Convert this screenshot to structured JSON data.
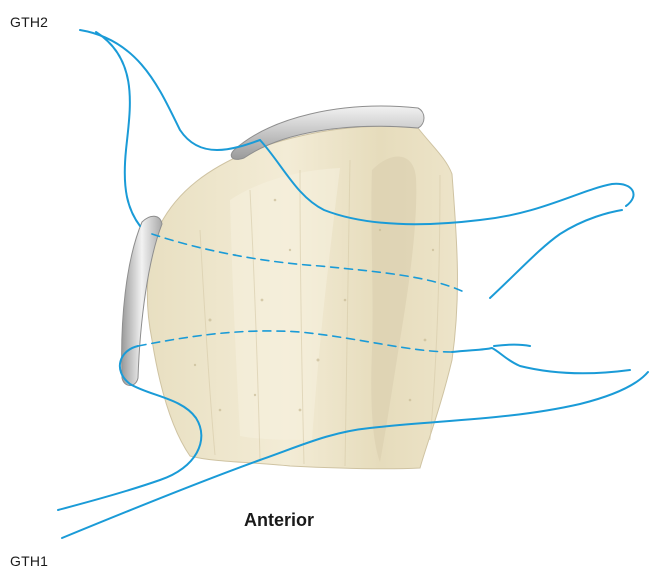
{
  "labels": {
    "gth2": "GTH2",
    "gth1": "GTH1",
    "orientation": "Anterior"
  },
  "colors": {
    "suture": "#1a9bd7",
    "bone": "#efe6cc",
    "bone_shadow": "#d8ccac",
    "anchor": "#c9c9c9",
    "background": "#ffffff"
  },
  "elements": {
    "bone": "greater-tuberosity-bone",
    "anchors": [
      "superior-anchor",
      "lateral-anchor"
    ],
    "sutures": [
      "suture-gth2",
      "suture-gth1"
    ]
  }
}
